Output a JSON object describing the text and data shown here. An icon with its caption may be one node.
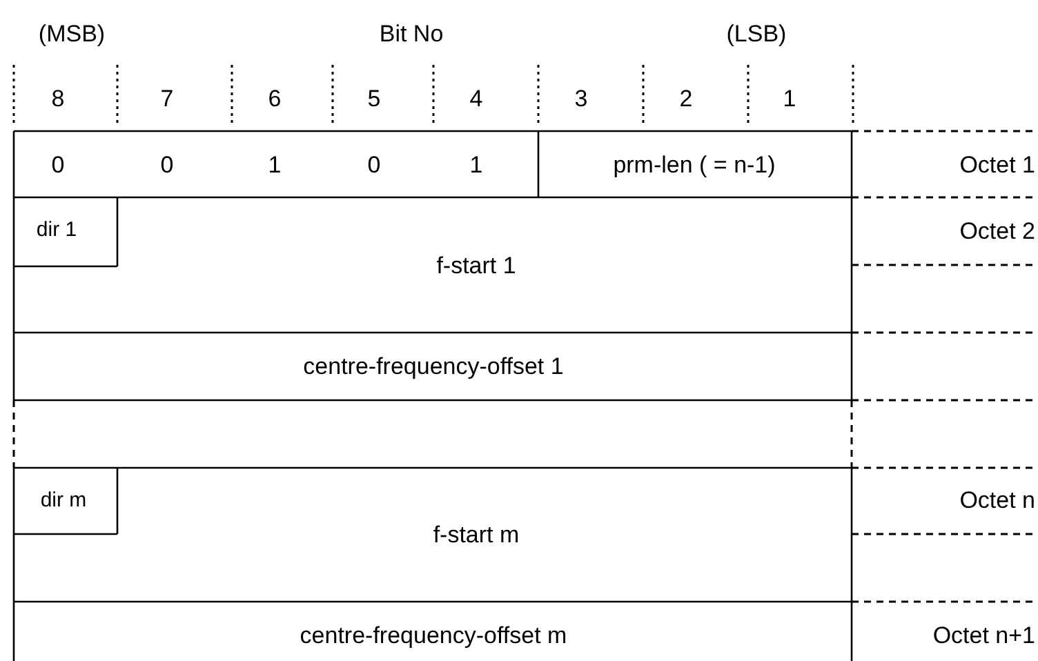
{
  "diagram": {
    "labels": [
      "(MSB)",
      "Bit No",
      "(LSB)",
      "8",
      "7",
      "6",
      "5",
      "4",
      "3",
      "2",
      "1",
      "0",
      "0",
      "1",
      "0",
      "1",
      "prm-len ( = n-1)",
      "Octet 1",
      "dir 1",
      "Octet 2",
      "f-start 1",
      "centre-frequency-offset 1",
      "dir m",
      "Octet n",
      "f-start m",
      "centre-frequency-offset m",
      "Octet n+1"
    ]
  }
}
